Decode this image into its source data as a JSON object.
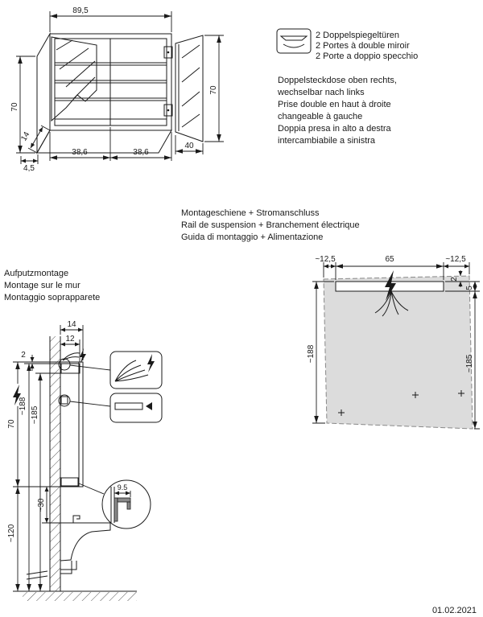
{
  "page": {
    "date": "01.02.2021",
    "background": "#ffffff",
    "line_color": "#1a1a1a",
    "panel_fill": "#dcdcdc"
  },
  "icons": {
    "legend": "double-mirror-doors-icon",
    "power": "lightning-bolt-icon"
  },
  "legend": {
    "lines": [
      "2 Doppelspiegeltüren",
      "2 Portes à double miroir",
      "2 Porte a doppio specchio"
    ]
  },
  "socket_note": {
    "lines": [
      "Doppelsteckdose oben rechts,",
      "wechselbar nach links",
      "Prise double en haut à droite",
      "changeable à gauche",
      "Doppia presa in alto a destra",
      "intercambiabile a sinistra"
    ]
  },
  "rail_note": {
    "lines": [
      "Montageschiene + Stromanschluss",
      "Rail de suspension + Branchement électrique",
      "Guida di montaggio + Alimentazione"
    ]
  },
  "mount_note": {
    "lines": [
      "Aufputzmontage",
      "Montage sur le mur",
      "Montaggio soprapparete"
    ]
  },
  "cabinet_view": {
    "dims": {
      "total_width": "89,5",
      "height_left": "70",
      "height_right": "70",
      "depth": "14",
      "door_left": "38,6",
      "door_right": "38,6",
      "open_door": "40",
      "plinth": "4,5"
    }
  },
  "rear_view": {
    "dims": {
      "margin_left": "~12,5",
      "rail_width": "65",
      "margin_right": "~12,5",
      "top_gap": "2",
      "rail_height": "5",
      "height_right": "~185",
      "height_left": "~188"
    }
  },
  "side_view": {
    "dims": {
      "cabinet_depth": "14",
      "rail_depth": "12",
      "top_gap": "2",
      "cabinet_height": "70",
      "connection_height": "~188",
      "rail_mount_height": "~185",
      "basin_clearance": "~30",
      "mount_bottom_height": "~120",
      "rail_profile_width": "9.5"
    }
  }
}
